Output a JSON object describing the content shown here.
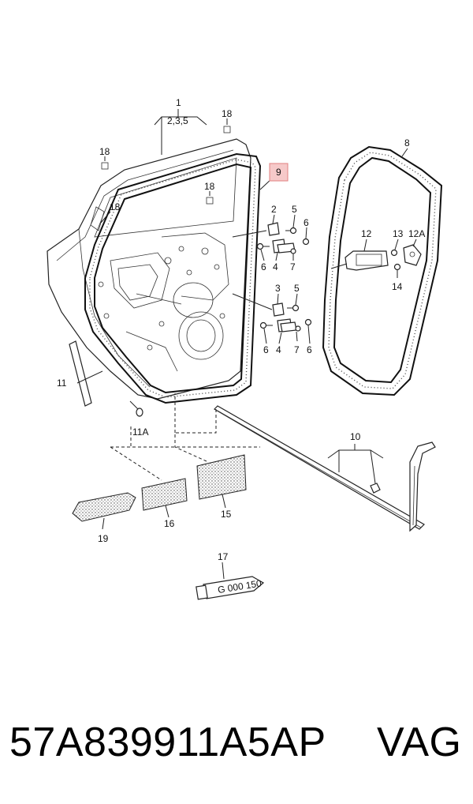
{
  "callouts": {
    "c1": "1",
    "c235": "2,3,5",
    "c18a": "18",
    "c18b": "18",
    "c18c": "18",
    "c18d": "18",
    "c9": "9",
    "c8": "8",
    "c2": "2",
    "c5a": "5",
    "c6a": "6",
    "c6b": "6",
    "c4a": "4",
    "c7a": "7",
    "c3": "3",
    "c5b": "5",
    "c6c": "6",
    "c4b": "4",
    "c7b": "7",
    "c6d": "6",
    "c12": "12",
    "c13": "13",
    "c12a": "12A",
    "c14": "14",
    "c11": "11",
    "c11a": "11A",
    "c10": "10",
    "c16": "16",
    "c15": "15",
    "c19": "19",
    "c17": "17"
  },
  "tube_label": "G 000 150",
  "footer": {
    "part_number": "57A839911A5AP",
    "brand": "VAG"
  },
  "colors": {
    "highlight_box": "#f6c9c9",
    "highlight_border": "#e08080"
  }
}
